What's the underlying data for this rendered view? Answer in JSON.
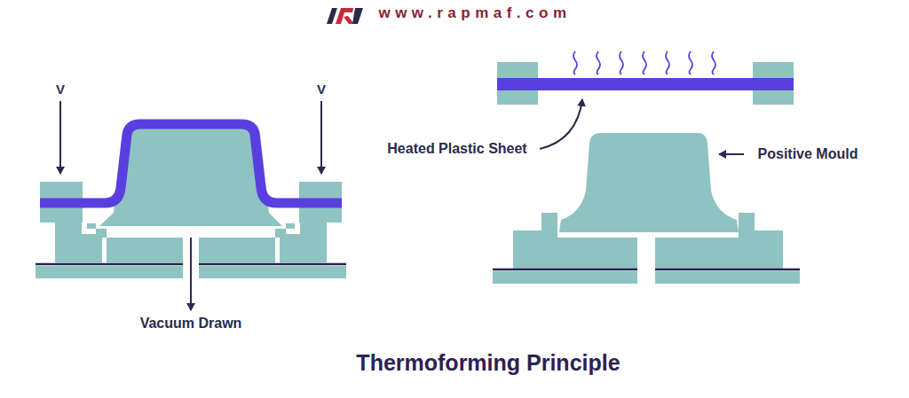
{
  "diagram": {
    "title": "Thermoforming Principle",
    "labels": [
      "www.rapmaf.com",
      "V",
      "V",
      "Vacuum Drawn",
      "Heated Plastic Sheet",
      "Positive Mould"
    ]
  }
}
